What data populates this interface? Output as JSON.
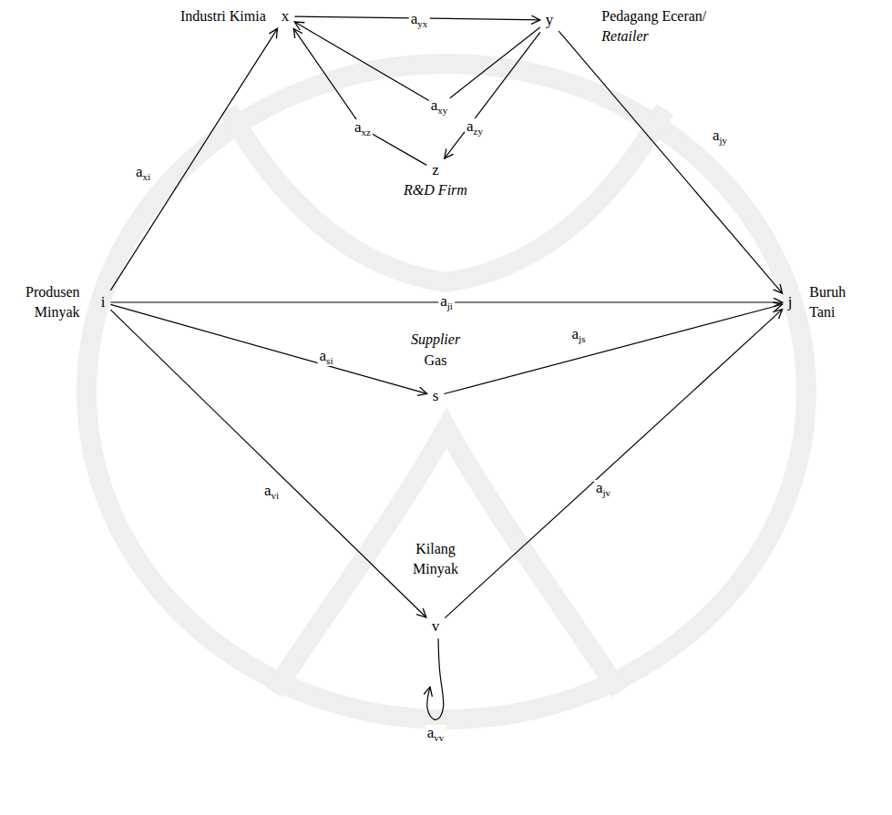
{
  "diagram": {
    "nodes": [
      {
        "text": [
          "Industri Kimia",
          "x"
        ]
      },
      {
        "text": [
          "y",
          "Pedagang Eceran/",
          "Retailer"
        ]
      },
      {
        "text": [
          "z",
          "R&D Firm"
        ]
      },
      {
        "text": [
          "Produsen Minyak",
          "i"
        ]
      },
      {
        "text": [
          "j",
          "Buruh Tani"
        ]
      },
      {
        "text": [
          "Supplier",
          "Gas",
          "s"
        ]
      },
      {
        "text": [
          "Kilang Minyak",
          "v"
        ]
      }
    ],
    "edges": [
      {
        "from": 0,
        "to": 1,
        "label": "ayx",
        "arrow": "to"
      },
      {
        "from": 1,
        "to": 0,
        "label": "axy",
        "arrow": "to"
      },
      {
        "from": 2,
        "to": 0,
        "label": "axz",
        "arrow": "to"
      },
      {
        "from": 1,
        "to": 2,
        "label": "azy",
        "arrow": "to"
      },
      {
        "from": 1,
        "to": 4,
        "label": "ajy",
        "arrow": "to"
      },
      {
        "from": 3,
        "to": 0,
        "label": "axi",
        "arrow": "to"
      },
      {
        "from": 3,
        "to": 4,
        "label": "aji",
        "arrow": "to"
      },
      {
        "from": 3,
        "to": 5,
        "label": "asi",
        "arrow": "to"
      },
      {
        "from": 5,
        "to": 4,
        "label": "ajs",
        "arrow": "to"
      },
      {
        "from": 3,
        "to": 6,
        "label": "avi",
        "arrow": "to"
      },
      {
        "from": 6,
        "to": 4,
        "label": "ajv",
        "arrow": "to"
      },
      {
        "from": 6,
        "to": 6,
        "label": "avv",
        "arrow": "to"
      }
    ]
  }
}
